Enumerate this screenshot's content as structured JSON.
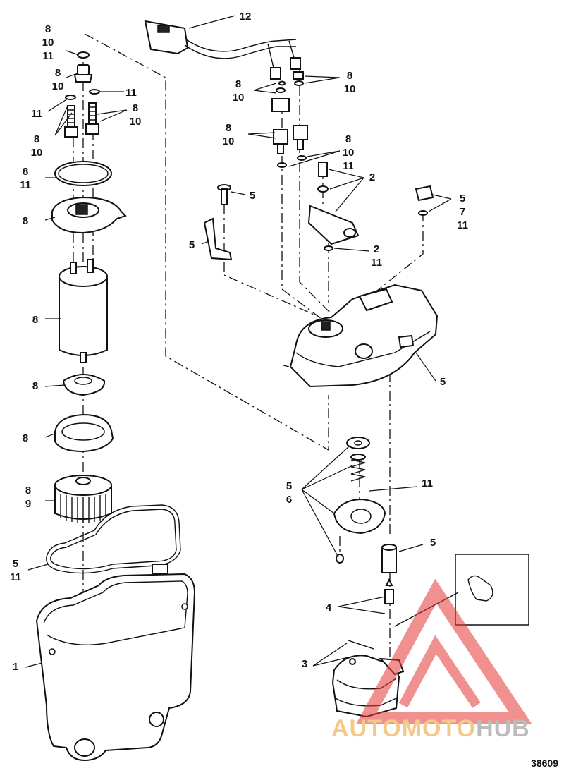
{
  "figure_number": "38609",
  "watermark": {
    "part1": "AUTOMOTO",
    "part2": "HUB"
  },
  "callouts": [
    {
      "id": "c1",
      "lines": [
        "8",
        "10",
        "11"
      ]
    },
    {
      "id": "c2",
      "lines": [
        "8",
        "10"
      ]
    },
    {
      "id": "c3",
      "lines": [
        "11"
      ]
    },
    {
      "id": "c4",
      "lines": [
        "11"
      ]
    },
    {
      "id": "c5",
      "lines": [
        "8",
        "10"
      ]
    },
    {
      "id": "c6",
      "lines": [
        "8",
        "10"
      ]
    },
    {
      "id": "c7",
      "lines": [
        "8",
        "11"
      ]
    },
    {
      "id": "c8",
      "lines": [
        "8"
      ]
    },
    {
      "id": "c9",
      "lines": [
        "8"
      ]
    },
    {
      "id": "c10",
      "lines": [
        "8"
      ]
    },
    {
      "id": "c11",
      "lines": [
        "8"
      ]
    },
    {
      "id": "c12",
      "lines": [
        "8",
        "9"
      ]
    },
    {
      "id": "c13",
      "lines": [
        "5",
        "11"
      ]
    },
    {
      "id": "c14",
      "lines": [
        "1"
      ]
    },
    {
      "id": "c15",
      "lines": [
        "12"
      ]
    },
    {
      "id": "c16",
      "lines": [
        "8",
        "10"
      ]
    },
    {
      "id": "c17",
      "lines": [
        "8",
        "10"
      ]
    },
    {
      "id": "c18",
      "lines": [
        "8",
        "10"
      ]
    },
    {
      "id": "c19",
      "lines": [
        "8",
        "10",
        "11"
      ]
    },
    {
      "id": "c20",
      "lines": [
        "2"
      ]
    },
    {
      "id": "c21",
      "lines": [
        "5"
      ]
    },
    {
      "id": "c22",
      "lines": [
        "5",
        "7",
        "11"
      ]
    },
    {
      "id": "c23",
      "lines": [
        "5"
      ]
    },
    {
      "id": "c24",
      "lines": [
        "2",
        "11"
      ]
    },
    {
      "id": "c25",
      "lines": [
        "5"
      ]
    },
    {
      "id": "c26",
      "lines": [
        "5",
        "6"
      ]
    },
    {
      "id": "c27",
      "lines": [
        "11"
      ]
    },
    {
      "id": "c28",
      "lines": [
        "5"
      ]
    },
    {
      "id": "c29",
      "lines": [
        "4"
      ]
    },
    {
      "id": "c30",
      "lines": [
        "3"
      ]
    }
  ]
}
